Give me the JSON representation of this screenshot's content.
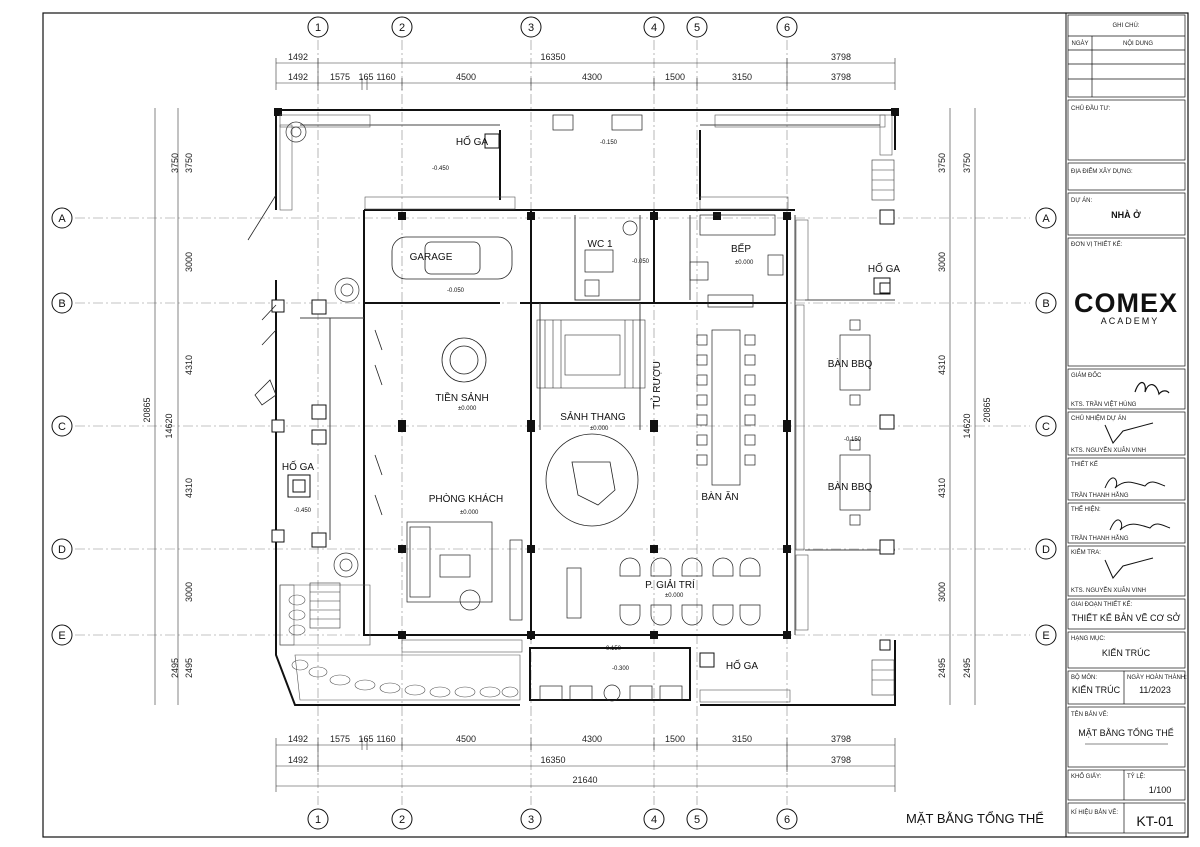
{
  "grid": {
    "columns": [
      "1",
      "2",
      "3",
      "4",
      "5",
      "6"
    ],
    "rows": [
      "A",
      "B",
      "C",
      "D",
      "E"
    ]
  },
  "dims": {
    "top_overall": [
      "1492",
      "16350",
      "3798"
    ],
    "top_detail": [
      "1492",
      "1575",
      "165",
      "1160",
      "4500",
      "4300",
      "1500",
      "3150",
      "3798"
    ],
    "bottom_detail": [
      "1492",
      "1575",
      "165",
      "1160",
      "4500",
      "4300",
      "1500",
      "3150",
      "3798"
    ],
    "bottom_overall": [
      "1492",
      "16350",
      "3798"
    ],
    "bottom_total": "21640",
    "side_rows": [
      "3750",
      "3000",
      "4310",
      "4310",
      "3000",
      "2495"
    ],
    "side_mid": "14620",
    "side_total": "20865"
  },
  "rooms": {
    "ho_ga_top": "HỐ GA",
    "garage": "GARAGE",
    "wc": "WC 1",
    "bep": "BẾP",
    "ho_ga_right": "HỐ GA",
    "tien_sanh": "TIỀN SẢNH",
    "sanh_thang": "SẢNH THANG",
    "tu_ruou": "TỦ RƯỢU",
    "ban_an": "BÀN ĂN",
    "ban_bbq_1": "BÀN BBQ",
    "ban_bbq_2": "BÀN BBQ",
    "ho_ga_left": "HỐ GA",
    "phong_khach": "PHÒNG KHÁCH",
    "giai_tri": "P. GIẢI TRÍ",
    "ho_ga_bottom": "HỐ GA"
  },
  "levels": {
    "l1": "-0.450",
    "l2": "-0.150",
    "l3": "-0.050",
    "l4": "-0.050",
    "l5": "±0.000",
    "l6": "±0.000",
    "l7": "±0.000",
    "l8": "-0.150",
    "l9": "-0.450",
    "l10": "±0.000",
    "l11": "±0.000",
    "l12": "-0.150",
    "l13": "-0.300"
  },
  "title_block": {
    "ghi_chu": "GHI CHÚ:",
    "ngay": "NGÀY",
    "noi_dung": "NỘI DUNG",
    "chu_dau_tu": "CHỦ ĐẦU TƯ:",
    "dia_diem": "ĐỊA ĐIỂM XÂY DỰNG:",
    "du_an_label": "DỰ ÁN:",
    "du_an": "NHÀ Ở",
    "don_vi": "ĐƠN VỊ THIẾT KẾ:",
    "logo_main": "COMEX",
    "logo_sub": "ACADEMY",
    "giam_doc": "GIÁM ĐỐC",
    "giam_doc_name": "KTS. TRẦN VIỆT HÙNG",
    "chu_nhiem": "CHỦ NHIỆM DỰ ÁN",
    "chu_nhiem_name": "KTS. NGUYỄN XUÂN VINH",
    "thiet_ke": "THIẾT KẾ",
    "thiet_ke_name": "TRẦN THANH HẰNG",
    "the_hien": "THỂ HIỆN:",
    "the_hien_name": "TRẦN THANH HẰNG",
    "kiem_tra": "KIỂM TRA:",
    "kiem_tra_name": "KTS. NGUYỄN XUÂN VINH",
    "giai_doan_label": "GIAI ĐOẠN THIẾT KẾ:",
    "giai_doan": "THIẾT KẾ BẢN VẼ CƠ SỞ",
    "hang_muc_label": "HẠNG MỤC:",
    "hang_muc": "KIẾN TRÚC",
    "bo_mon_label": "BỘ MÔN:",
    "bo_mon": "KIẾN TRÚC",
    "ngay_ht_label": "NGÀY HOÀN THÀNH:",
    "ngay_ht": "11/2023",
    "ten_ban_ve_label": "TÊN BẢN VẼ:",
    "ten_ban_ve": "MẶT BẰNG TỔNG THỂ",
    "kho_giay_label": "KHỔ GIẤY:",
    "ty_le_label": "TỶ LỆ:",
    "ty_le": "1/100",
    "ki_hieu_label": "KÍ HIỆU BẢN VẼ:",
    "ki_hieu": "KT-01"
  },
  "sheet_title": "MẶT BẰNG TỔNG THỂ"
}
